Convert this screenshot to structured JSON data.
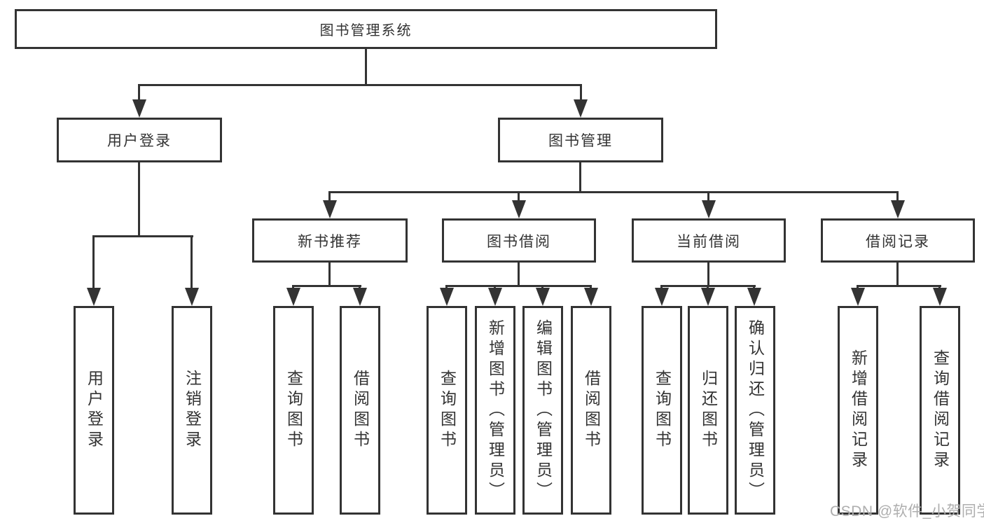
{
  "nodes": {
    "root": "图书管理系统",
    "user_login": "用户登录",
    "book_mgmt": "图书管理",
    "new_books": "新书推荐",
    "book_borrow": "图书借阅",
    "current_borrow": "当前借阅",
    "borrow_records": "借阅记录"
  },
  "leaves": {
    "user_login": "用户登录",
    "logout": "注销登录",
    "nb_query_books": "查询图书",
    "nb_borrow_books": "借阅图书",
    "bb_query_books": "查询图书",
    "bb_add_books": "新增图书（管理员）",
    "bb_edit_books": "编辑图书（管理员）",
    "bb_borrow_books": "借阅图书",
    "cb_query_books": "查询图书",
    "cb_return_books": "归还图书",
    "cb_confirm_return": "确认归还（管理员）",
    "br_add_record": "新增借阅记录",
    "br_query_record": "查询借阅记录"
  },
  "watermark": "CSDN @软件_小贺同学",
  "colors": {
    "line": "#333333",
    "background": "#ffffff",
    "watermark_text": "#aeaeae"
  }
}
